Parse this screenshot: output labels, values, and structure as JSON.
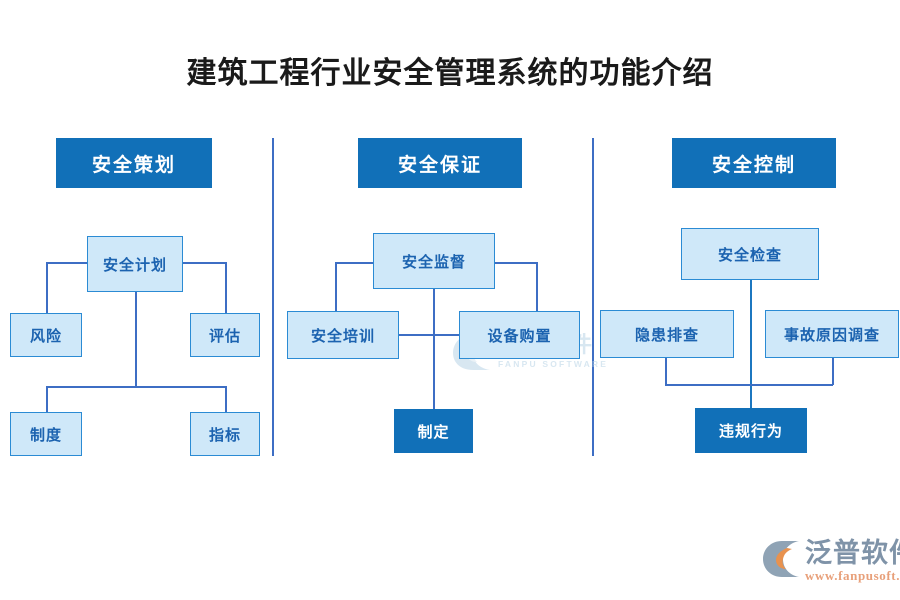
{
  "page": {
    "title": "建筑工程行业安全管理系统的功能介绍",
    "background": "#ffffff"
  },
  "colors": {
    "header_fill": "#1170b8",
    "node_fill": "#cfe8f9",
    "node_border": "#2b8bd4",
    "node_text": "#1c63b0",
    "dark_node_fill": "#1170b8",
    "dark_node_text": "#ffffff",
    "connector": "#3d6ec4",
    "divider": "#3d6ec4",
    "title_text": "#1a1a1a",
    "logo_cn": "#7f93a8",
    "logo_url": "#e8a07a",
    "logo_accent": "#e8924f",
    "watermark": "#b9d4e6"
  },
  "columns": [
    {
      "id": "planning",
      "header": "安全策划",
      "root": "安全计划",
      "nodes": [
        {
          "label": "风险",
          "style": "light"
        },
        {
          "label": "评估",
          "style": "light"
        },
        {
          "label": "制度",
          "style": "light"
        },
        {
          "label": "指标",
          "style": "light"
        }
      ]
    },
    {
      "id": "assurance",
      "header": "安全保证",
      "root": "安全监督",
      "nodes": [
        {
          "label": "安全培训",
          "style": "light"
        },
        {
          "label": "设备购置",
          "style": "light"
        },
        {
          "label": "制定",
          "style": "dark"
        }
      ]
    },
    {
      "id": "control",
      "header": "安全控制",
      "root": "安全检查",
      "nodes": [
        {
          "label": "隐患排查",
          "style": "light"
        },
        {
          "label": "事故原因调查",
          "style": "light"
        },
        {
          "label": "违规行为",
          "style": "dark"
        }
      ]
    }
  ],
  "watermark": {
    "cn": "泛普软件",
    "en": "FANPU SOFTWARE"
  },
  "logo": {
    "cn": "泛普软件",
    "url": "www.fanpusoft.com"
  }
}
